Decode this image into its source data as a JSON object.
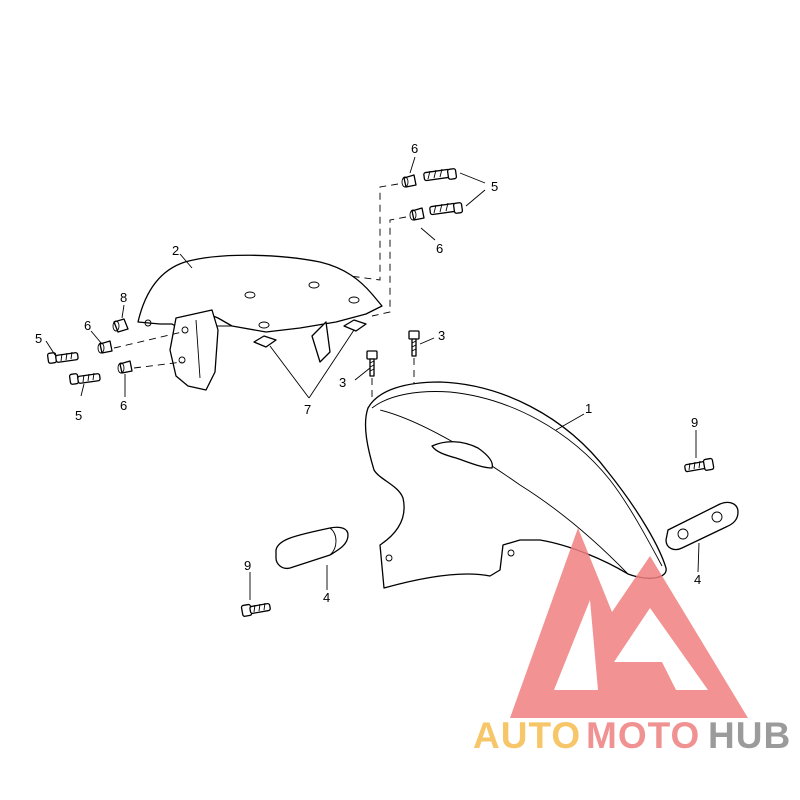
{
  "callouts": {
    "c1": "1",
    "c2": "2",
    "c3a": "3",
    "c3b": "3",
    "c4a": "4",
    "c4b": "4",
    "c5a": "5",
    "c5b": "5",
    "c5c": "5",
    "c6a": "6",
    "c6b": "6",
    "c6c": "6",
    "c6d": "6",
    "c7": "7",
    "c8": "8",
    "c9a": "9",
    "c9b": "9"
  },
  "watermark": {
    "auto": "AUTO",
    "moto": "MOTO",
    "hub": "HUB"
  },
  "colors": {
    "auto": "#f5bd4e",
    "moto": "#ef8080",
    "hub": "#8a8a8a",
    "logo": "#f07f7f"
  }
}
